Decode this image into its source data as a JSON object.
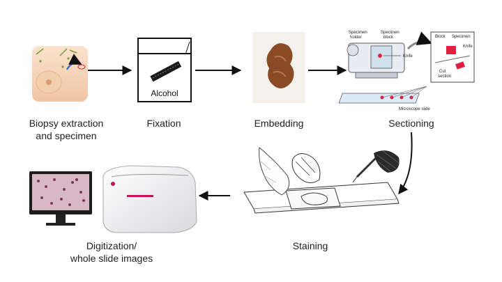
{
  "stages": {
    "biopsy": {
      "label_line1": "Biopsy extraction",
      "label_line2": "and specimen"
    },
    "fixation": {
      "label": "Fixation",
      "jar_text": "Alcohol"
    },
    "embedding": {
      "label": "Embedding"
    },
    "sectioning": {
      "label": "Sectioning",
      "callouts": {
        "specimen_holder_l1": "Specimen",
        "specimen_holder_l2": "holder",
        "specimen_block_l1": "Specimen",
        "specimen_block_l2": "block",
        "knife": "Knife",
        "inset_block": "Block",
        "inset_specimen": "Specimen",
        "inset_knife": "Knife",
        "inset_cut_l1": "Cut",
        "inset_cut_l2": "section",
        "slide": "Microscope slide"
      }
    },
    "staining": {
      "label": "Staining"
    },
    "digitization": {
      "label_line1": "Digitization/",
      "label_line2": "whole slide images"
    }
  },
  "colors": {
    "arrow": "#111111",
    "specimen": "#e02040",
    "tissue": "#8a4a25",
    "scanner_accent": "#c2185b"
  }
}
